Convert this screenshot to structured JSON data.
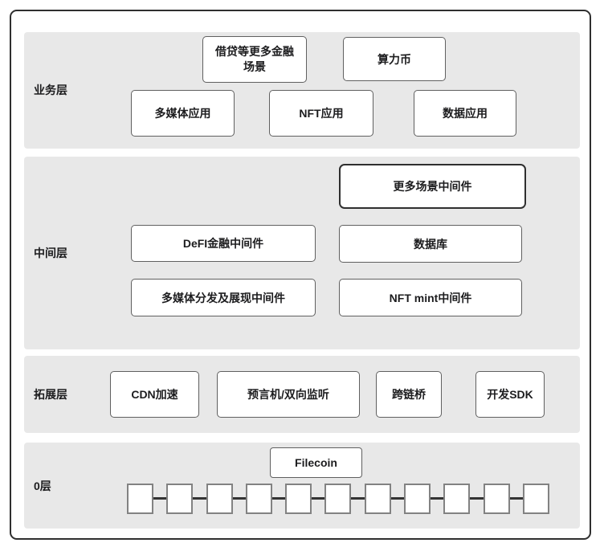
{
  "diagram": {
    "layers": [
      {
        "name": "业务层",
        "boxes": [
          {
            "label": "借贷等更多金融场景"
          },
          {
            "label": "算力币"
          },
          {
            "label": "多媒体应用"
          },
          {
            "label": "NFT应用"
          },
          {
            "label": "数据应用"
          }
        ]
      },
      {
        "name": "中间层",
        "boxes": [
          {
            "label": "更多场景中间件"
          },
          {
            "label": "DeFI金融中间件"
          },
          {
            "label": "数据库"
          },
          {
            "label": "多媒体分发及展现中间件"
          },
          {
            "label": "NFT mint中间件"
          }
        ]
      },
      {
        "name": "拓展层",
        "boxes": [
          {
            "label": "CDN加速"
          },
          {
            "label": "预言机/双向监听"
          },
          {
            "label": "跨链桥"
          },
          {
            "label": "开发SDK"
          }
        ]
      },
      {
        "name": "0层",
        "boxes": [
          {
            "label": "Filecoin"
          }
        ],
        "chain_block_count": 11
      }
    ],
    "colors": {
      "band_bg": "#e8e8e8",
      "frame_border": "#2f2f2f",
      "box_border": "#606060",
      "highlight_box_border": "#2f2f2f",
      "chain_connector": "#333333",
      "text": "#1c1c1e"
    }
  }
}
